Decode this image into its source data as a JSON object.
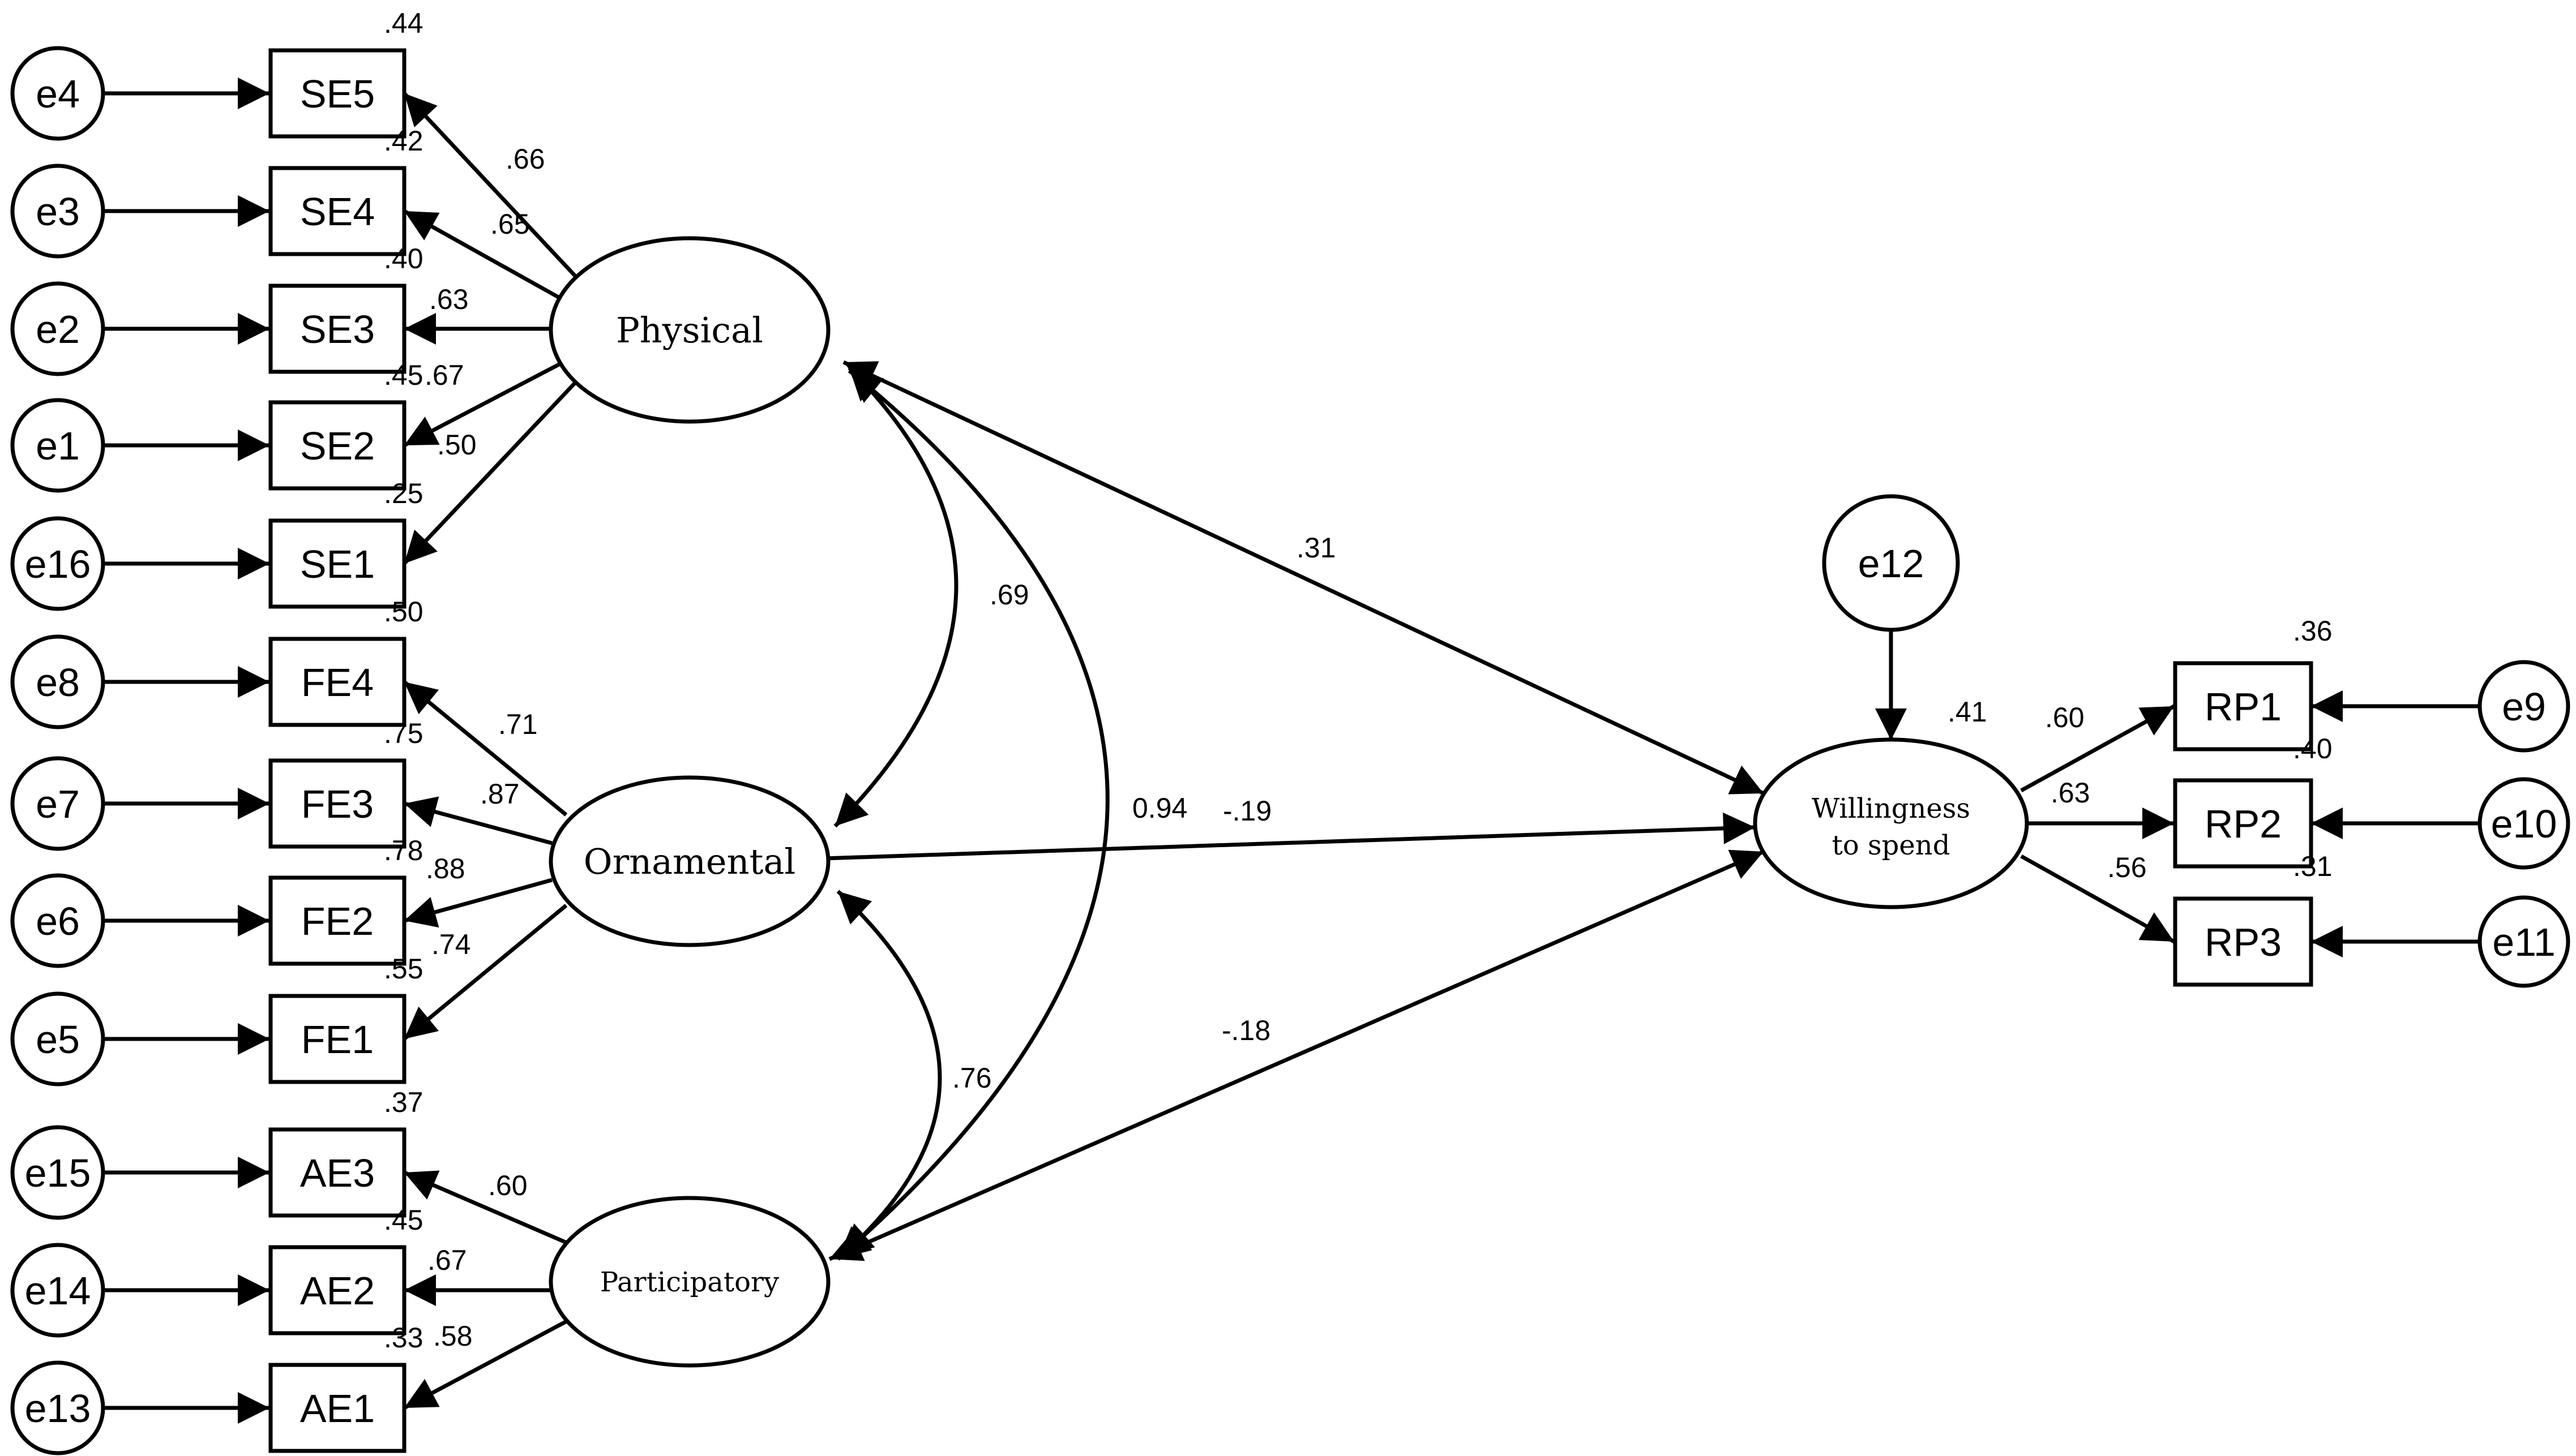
{
  "colors": {
    "stroke": "#000000",
    "fill": "#ffffff"
  },
  "latents": {
    "physical": "Physical",
    "ornamental": "Ornamental",
    "participatory": "Participatory",
    "willingness_line1": "Willingness",
    "willingness_line2": "to spend"
  },
  "indicators": {
    "se5": {
      "label": "SE5",
      "r2": ".44",
      "loading": ".66",
      "error": "e4"
    },
    "se4": {
      "label": "SE4",
      "r2": ".42",
      "loading": ".65",
      "error": "e3"
    },
    "se3": {
      "label": "SE3",
      "r2": ".40",
      "loading": ".63",
      "error": "e2"
    },
    "se2": {
      "label": "SE2",
      "r2": ".45",
      "loading": ".67",
      "error": "e1"
    },
    "se1": {
      "label": "SE1",
      "r2": ".25",
      "loading": ".50",
      "error": "e16"
    },
    "fe4": {
      "label": "FE4",
      "r2": ".50",
      "loading": ".71",
      "error": "e8"
    },
    "fe3": {
      "label": "FE3",
      "r2": ".75",
      "loading": ".87",
      "error": "e7"
    },
    "fe2": {
      "label": "FE2",
      "r2": ".78",
      "loading": ".88",
      "error": "e6"
    },
    "fe1": {
      "label": "FE1",
      "r2": ".55",
      "loading": ".74",
      "error": "e5"
    },
    "ae3": {
      "label": "AE3",
      "r2": ".37",
      "loading": ".60",
      "error": "e15"
    },
    "ae2": {
      "label": "AE2",
      "r2": ".45",
      "loading": ".67",
      "error": "e14"
    },
    "ae1": {
      "label": "AE1",
      "r2": ".33",
      "loading": ".58",
      "error": "e13"
    },
    "rp1": {
      "label": "RP1",
      "r2": ".36",
      "loading": ".60",
      "error": "e9"
    },
    "rp2": {
      "label": "RP2",
      "r2": ".40",
      "loading": ".63",
      "error": "e10"
    },
    "rp3": {
      "label": "RP3",
      "r2": ".31",
      "loading": ".56",
      "error": "e11"
    }
  },
  "structural": {
    "physical_willingness": ".31",
    "ornamental_willingness": "-.19",
    "participatory_willingness": "-.18",
    "willingness_r2": ".41",
    "willingness_error": "e12"
  },
  "correlations": {
    "physical_ornamental": ".69",
    "physical_participatory": "0.94",
    "ornamental_participatory": ".76"
  }
}
